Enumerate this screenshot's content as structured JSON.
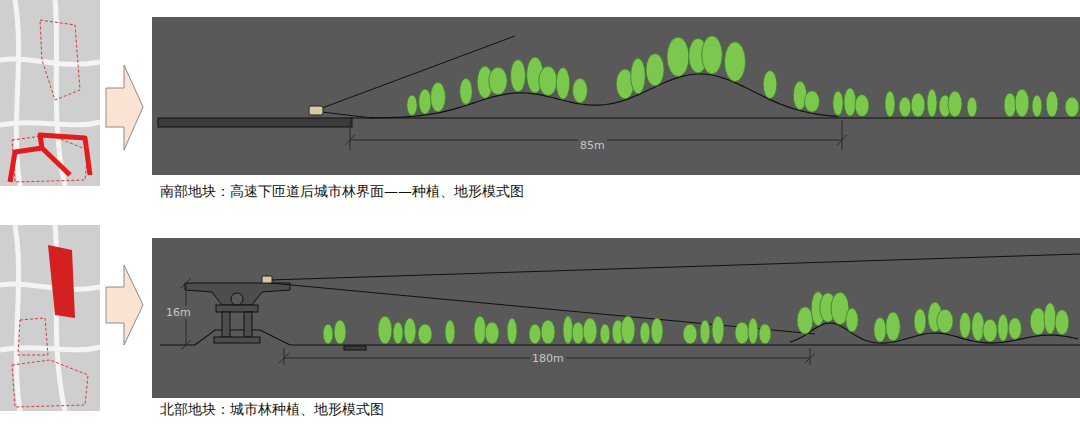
{
  "diagram": {
    "labels": [
      "85m",
      "南部地块：高速下匝道后城市林界面——种植、地形模式图",
      "16m",
      "180m",
      "北部地块：城市林种植、地形模式图"
    ]
  }
}
